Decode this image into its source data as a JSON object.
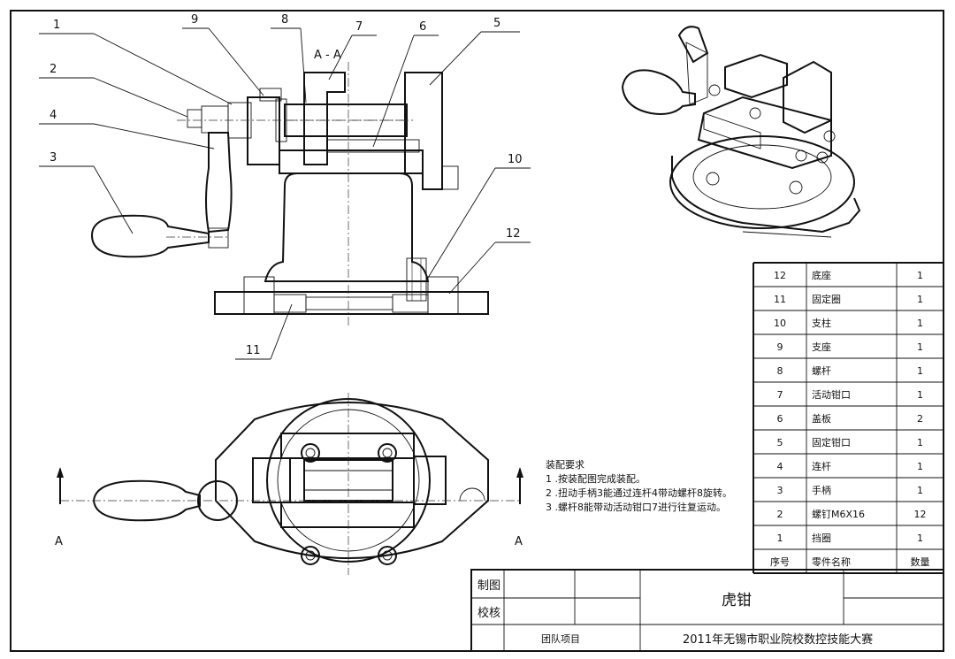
{
  "section_label": "A - A",
  "view_markers": [
    "A",
    "A"
  ],
  "balloons": [
    "1",
    "2",
    "3",
    "4",
    "5",
    "6",
    "7",
    "8",
    "9",
    "10",
    "11",
    "12"
  ],
  "notes": {
    "heading": "装配要求",
    "items": [
      "1 .按装配图完成装配。",
      "2 .扭动手柄3能通过连杆4带动螺杆8旋转。",
      "3 .螺杆8能带动活动钳口7进行往复运动。"
    ]
  },
  "bom": {
    "rows": [
      {
        "no": "12",
        "name": "底座",
        "qty": "1"
      },
      {
        "no": "11",
        "name": "固定圈",
        "qty": "1"
      },
      {
        "no": "10",
        "name": "支柱",
        "qty": "1"
      },
      {
        "no": "9",
        "name": "支座",
        "qty": "1"
      },
      {
        "no": "8",
        "name": "螺杆",
        "qty": "1"
      },
      {
        "no": "7",
        "name": "活动钳口",
        "qty": "1"
      },
      {
        "no": "6",
        "name": "盖板",
        "qty": "2"
      },
      {
        "no": "5",
        "name": "固定钳口",
        "qty": "1"
      },
      {
        "no": "4",
        "name": "连杆",
        "qty": "1"
      },
      {
        "no": "3",
        "name": "手柄",
        "qty": "1"
      },
      {
        "no": "2",
        "name": "螺钉M6X16",
        "qty": "12"
      },
      {
        "no": "1",
        "name": "挡圈",
        "qty": "1"
      }
    ],
    "header": {
      "no": "序号",
      "name": "零件名称",
      "qty": "数量"
    }
  },
  "title_block": {
    "drawn_by": "制图",
    "checked_by": "校核",
    "part_name": "虎钳",
    "team_project": "团队项目",
    "organization": "2011年无锡市职业院校数控技能大赛"
  }
}
